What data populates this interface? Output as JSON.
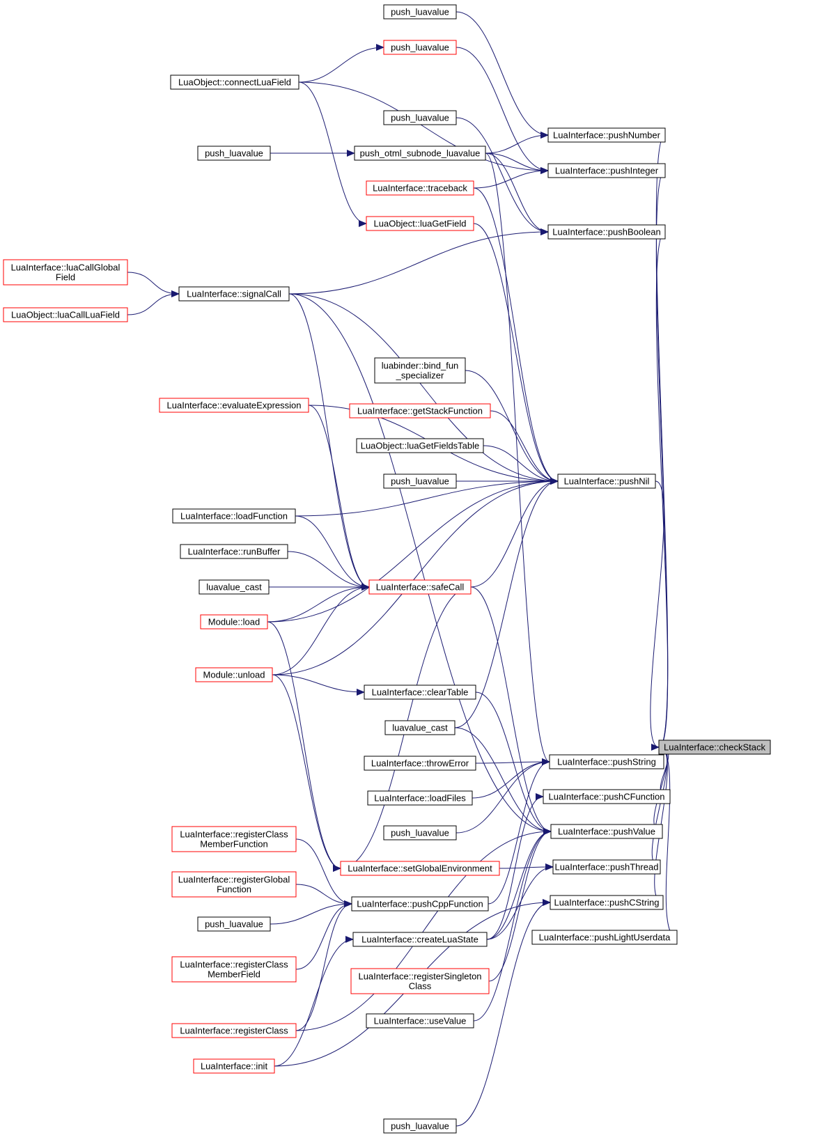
{
  "colors": {
    "edge": "#191970",
    "border_normal": "#000000",
    "border_red": "#ff0000",
    "focus_fill": "#bfbfbf",
    "fill": "#ffffff"
  },
  "nodes": [
    {
      "id": "checkStack",
      "lines": [
        "LuaInterface::checkStack"
      ],
      "style": "focus"
    },
    {
      "id": "pushNumber",
      "lines": [
        "LuaInterface::pushNumber"
      ],
      "style": "normal"
    },
    {
      "id": "pushInteger",
      "lines": [
        "LuaInterface::pushInteger"
      ],
      "style": "normal"
    },
    {
      "id": "pushBoolean",
      "lines": [
        "LuaInterface::pushBoolean"
      ],
      "style": "normal"
    },
    {
      "id": "pushNil",
      "lines": [
        "LuaInterface::pushNil"
      ],
      "style": "normal"
    },
    {
      "id": "pushString",
      "lines": [
        "LuaInterface::pushString"
      ],
      "style": "normal"
    },
    {
      "id": "pushCFunction",
      "lines": [
        "LuaInterface::pushCFunction"
      ],
      "style": "normal"
    },
    {
      "id": "pushValue",
      "lines": [
        "LuaInterface::pushValue"
      ],
      "style": "normal"
    },
    {
      "id": "pushThread",
      "lines": [
        "LuaInterface::pushThread"
      ],
      "style": "normal"
    },
    {
      "id": "pushCString",
      "lines": [
        "LuaInterface::pushCString"
      ],
      "style": "normal"
    },
    {
      "id": "pushLightUserdata",
      "lines": [
        "LuaInterface::pushLightUserdata"
      ],
      "style": "normal"
    },
    {
      "id": "plv1",
      "lines": [
        "push_luavalue"
      ],
      "style": "normal"
    },
    {
      "id": "plv2",
      "lines": [
        "push_luavalue"
      ],
      "style": "red"
    },
    {
      "id": "connectLuaField",
      "lines": [
        "LuaObject::connectLuaField"
      ],
      "style": "normal"
    },
    {
      "id": "plv3",
      "lines": [
        "push_luavalue"
      ],
      "style": "normal"
    },
    {
      "id": "pushOtml",
      "lines": [
        "push_otml_subnode_luavalue"
      ],
      "style": "normal"
    },
    {
      "id": "plv4",
      "lines": [
        "push_luavalue"
      ],
      "style": "normal"
    },
    {
      "id": "traceback",
      "lines": [
        "LuaInterface::traceback"
      ],
      "style": "red"
    },
    {
      "id": "luaGetField",
      "lines": [
        "LuaObject::luaGetField"
      ],
      "style": "red"
    },
    {
      "id": "luaCallGlobalField",
      "lines": [
        "LuaInterface::luaCallGlobal",
        "Field"
      ],
      "style": "red"
    },
    {
      "id": "signalCall",
      "lines": [
        "LuaInterface::signalCall"
      ],
      "style": "normal"
    },
    {
      "id": "luaCallLuaField",
      "lines": [
        "LuaObject::luaCallLuaField"
      ],
      "style": "red"
    },
    {
      "id": "bindFun",
      "lines": [
        "luabinder::bind_fun",
        "_specializer"
      ],
      "style": "normal"
    },
    {
      "id": "evaluateExpression",
      "lines": [
        "LuaInterface::evaluateExpression"
      ],
      "style": "red"
    },
    {
      "id": "getStackFunction",
      "lines": [
        "LuaInterface::getStackFunction"
      ],
      "style": "red"
    },
    {
      "id": "luaGetFieldsTable",
      "lines": [
        "LuaObject::luaGetFieldsTable"
      ],
      "style": "normal"
    },
    {
      "id": "plv5",
      "lines": [
        "push_luavalue"
      ],
      "style": "normal"
    },
    {
      "id": "loadFunction",
      "lines": [
        "LuaInterface::loadFunction"
      ],
      "style": "normal"
    },
    {
      "id": "runBuffer",
      "lines": [
        "LuaInterface::runBuffer"
      ],
      "style": "normal"
    },
    {
      "id": "luavalueCast1",
      "lines": [
        "luavalue_cast"
      ],
      "style": "normal"
    },
    {
      "id": "safeCall",
      "lines": [
        "LuaInterface::safeCall"
      ],
      "style": "red"
    },
    {
      "id": "moduleLoad",
      "lines": [
        "Module::load"
      ],
      "style": "red"
    },
    {
      "id": "moduleUnload",
      "lines": [
        "Module::unload"
      ],
      "style": "red"
    },
    {
      "id": "clearTable",
      "lines": [
        "LuaInterface::clearTable"
      ],
      "style": "normal"
    },
    {
      "id": "luavalueCast2",
      "lines": [
        "luavalue_cast"
      ],
      "style": "normal"
    },
    {
      "id": "throwError",
      "lines": [
        "LuaInterface::throwError"
      ],
      "style": "normal"
    },
    {
      "id": "loadFiles",
      "lines": [
        "LuaInterface::loadFiles"
      ],
      "style": "normal"
    },
    {
      "id": "plv6",
      "lines": [
        "push_luavalue"
      ],
      "style": "normal"
    },
    {
      "id": "regClassMemberFunction",
      "lines": [
        "LuaInterface::registerClass",
        "MemberFunction"
      ],
      "style": "red"
    },
    {
      "id": "setGlobalEnvironment",
      "lines": [
        "LuaInterface::setGlobalEnvironment"
      ],
      "style": "red"
    },
    {
      "id": "regGlobalFunction",
      "lines": [
        "LuaInterface::registerGlobal",
        "Function"
      ],
      "style": "red"
    },
    {
      "id": "pushCppFunction",
      "lines": [
        "LuaInterface::pushCppFunction"
      ],
      "style": "normal"
    },
    {
      "id": "plv7",
      "lines": [
        "push_luavalue"
      ],
      "style": "normal"
    },
    {
      "id": "createLuaState",
      "lines": [
        "LuaInterface::createLuaState"
      ],
      "style": "normal"
    },
    {
      "id": "regClassMemberField",
      "lines": [
        "LuaInterface::registerClass",
        "MemberField"
      ],
      "style": "red"
    },
    {
      "id": "regSingletonClass",
      "lines": [
        "LuaInterface::registerSingleton",
        "Class"
      ],
      "style": "red"
    },
    {
      "id": "useValue",
      "lines": [
        "LuaInterface::useValue"
      ],
      "style": "normal"
    },
    {
      "id": "registerClass",
      "lines": [
        "LuaInterface::registerClass"
      ],
      "style": "red"
    },
    {
      "id": "init",
      "lines": [
        "LuaInterface::init"
      ],
      "style": "red"
    },
    {
      "id": "plv8",
      "lines": [
        "push_luavalue"
      ],
      "style": "normal"
    }
  ]
}
